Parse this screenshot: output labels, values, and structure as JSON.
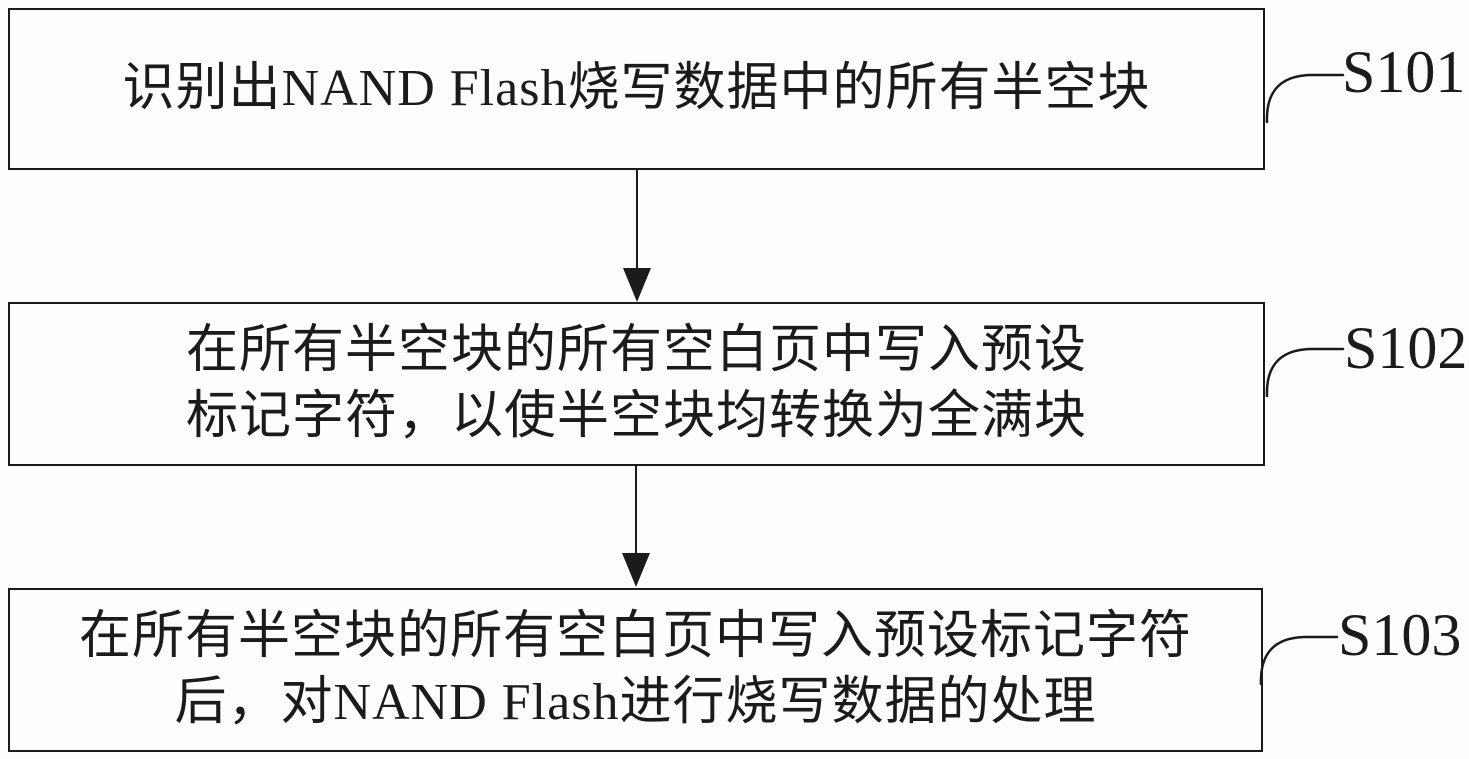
{
  "figure": {
    "type": "flowchart",
    "background_color": "#fdfdfd",
    "ink_color": "#1b1b1b"
  },
  "steps": [
    {
      "label": "S101",
      "lines": [
        "识别出NAND Flash烧写数据中的所有半空块"
      ]
    },
    {
      "label": "S102",
      "lines": [
        "在所有半空块的所有空白页中写入预设",
        "标记字符，以使半空块均转换为全满块"
      ]
    },
    {
      "label": "S103",
      "lines": [
        "在所有半空块的所有空白页中写入预设标记字符",
        "后，对NAND Flash进行烧写数据的处理"
      ]
    }
  ],
  "icons": {
    "arrow": "down-arrow-icon",
    "connector": "leader-curve-icon"
  }
}
